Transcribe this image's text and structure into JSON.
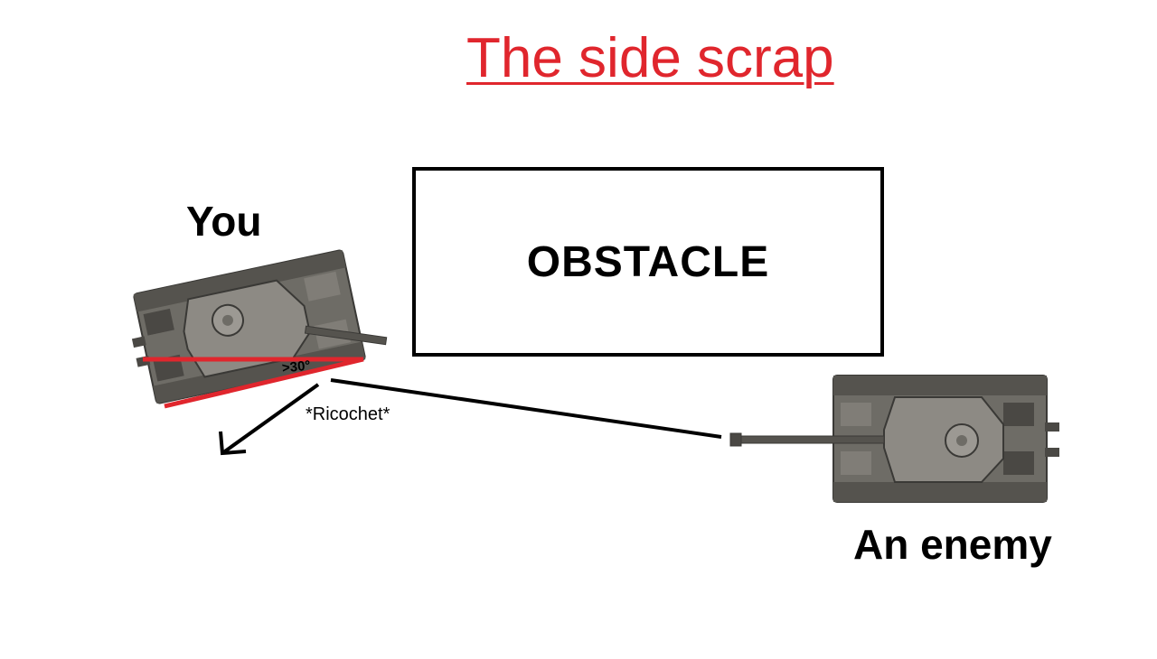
{
  "title": "The side scrap",
  "obstacle_label": "OBSTACLE",
  "you_label": "You",
  "enemy_label": "An enemy",
  "ricochet_label": "*Ricochet*",
  "angle_label": ">30°",
  "colors": {
    "title": "#e0262d",
    "angle_lines": "#e0262d",
    "tank_hull": "#6e6c66",
    "tank_dark": "#4a4844",
    "tank_light": "#8d8a84"
  },
  "icons": [
    "player-tank-icon",
    "enemy-tank-icon",
    "ricochet-arrow-icon"
  ]
}
